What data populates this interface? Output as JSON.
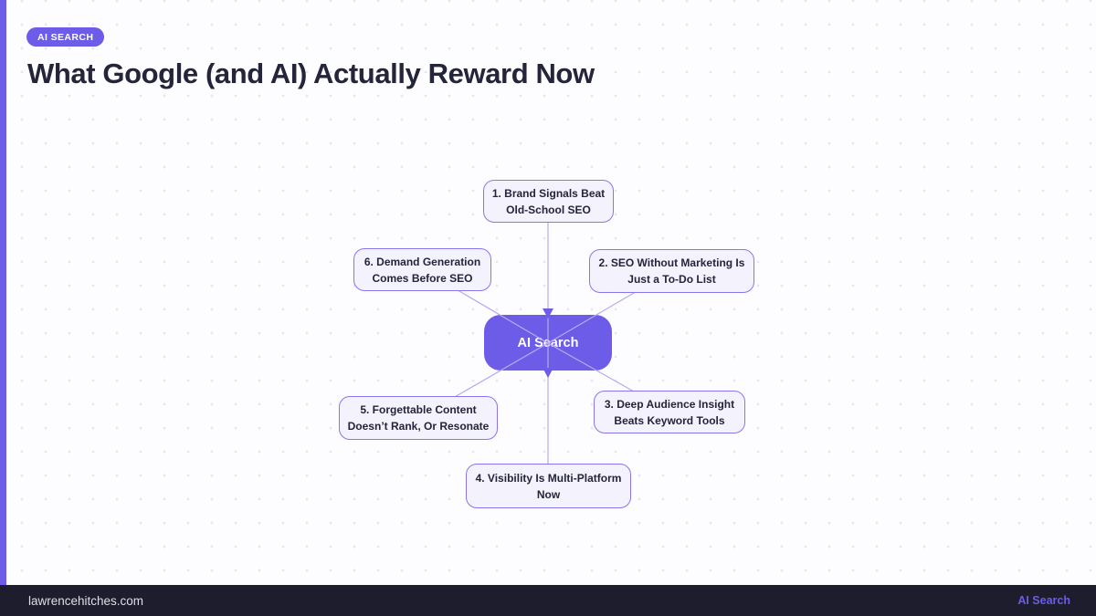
{
  "badge": {
    "label": "AI SEARCH"
  },
  "title": "What Google (and AI) Actually Reward Now",
  "diagram": {
    "center_label": "AI Search",
    "nodes": [
      {
        "lines": [
          "1. Brand Signals Beat",
          "Old-School SEO"
        ]
      },
      {
        "lines": [
          "2. SEO Without Marketing Is",
          "Just a To-Do List"
        ]
      },
      {
        "lines": [
          "3. Deep Audience Insight",
          "Beats Keyword Tools"
        ]
      },
      {
        "lines": [
          "4. Visibility Is Multi-Platform",
          "Now"
        ]
      },
      {
        "lines": [
          "5. Forgettable Content",
          "Doesn’t Rank, Or Resonate"
        ]
      },
      {
        "lines": [
          "6. Demand Generation",
          "Comes Before SEO"
        ]
      }
    ]
  },
  "footer": {
    "site": "lawrencehitches.com",
    "tag": "AI Search"
  },
  "colors": {
    "accent": "#6c5ce7",
    "node_border": "#8577ee",
    "node_fill": "#f4f2fd",
    "connector_line": "#b7abef",
    "footer_bg": "#1d1d2e",
    "title_text": "#24243a"
  }
}
